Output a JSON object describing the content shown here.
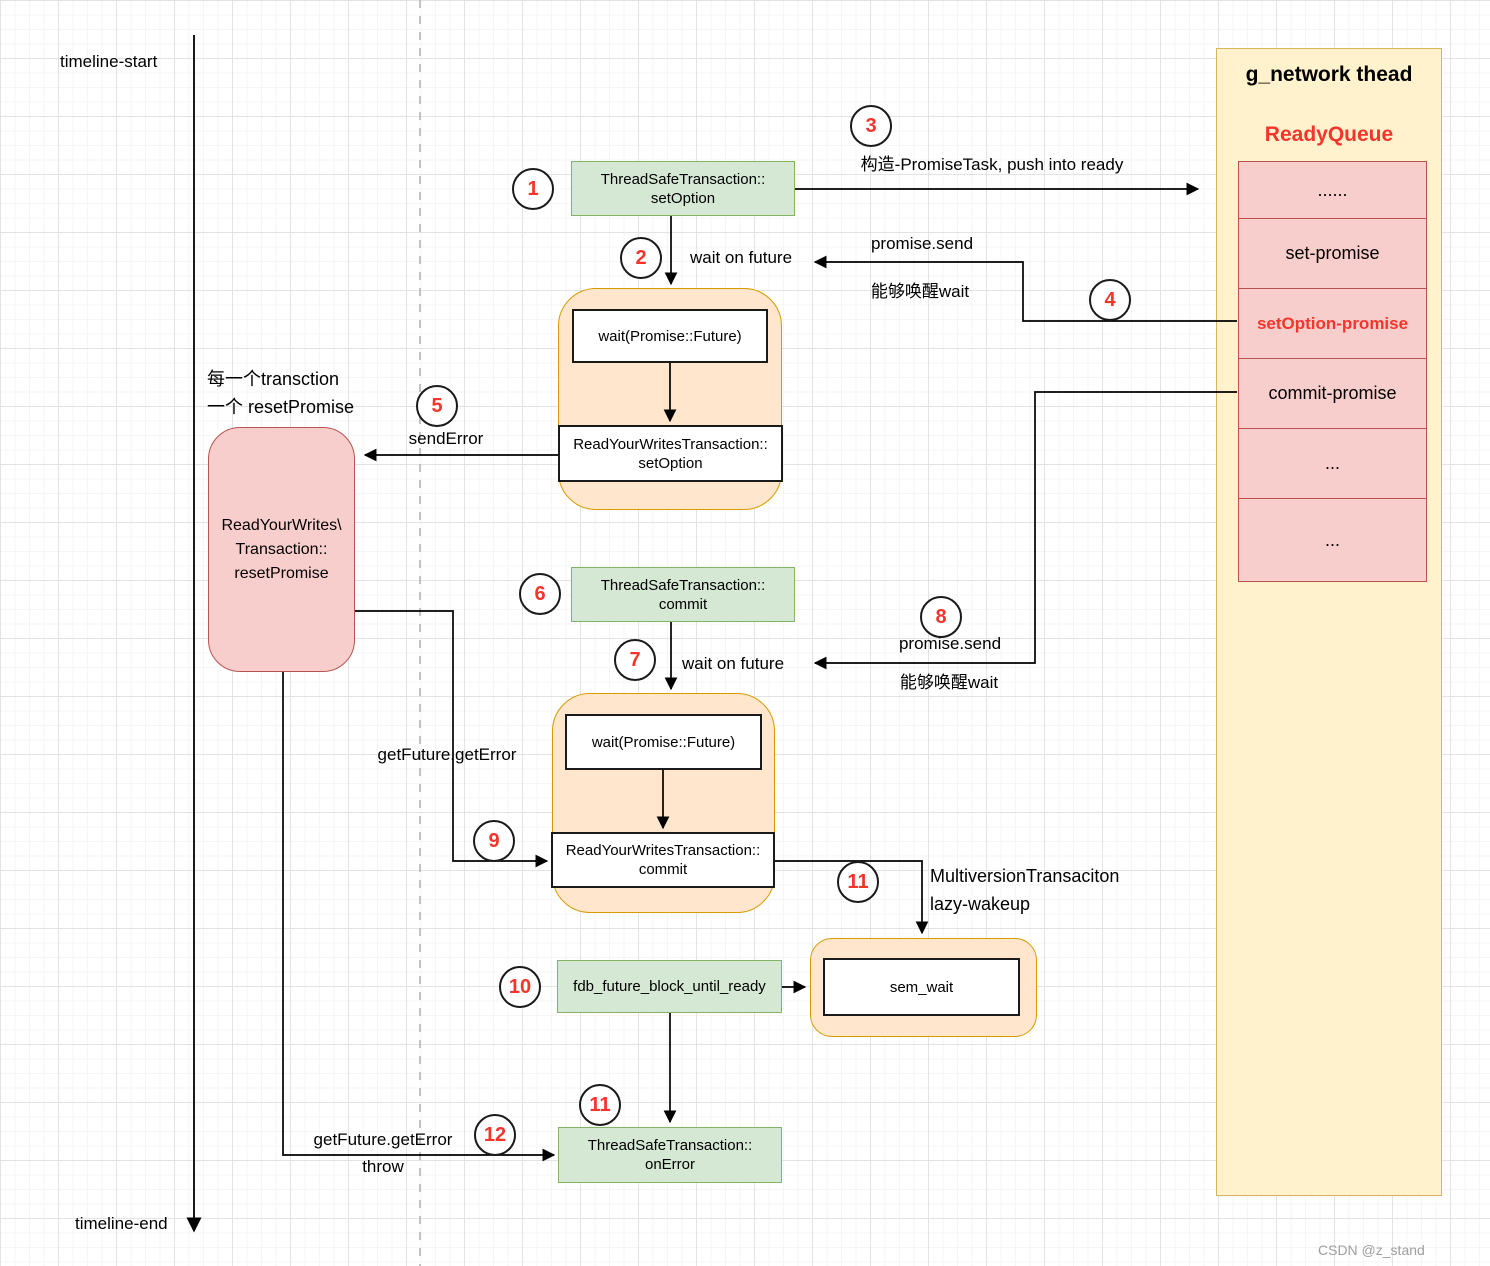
{
  "timeline": {
    "start_label": "timeline-start",
    "end_label": "timeline-end"
  },
  "watermark": "CSDN @z_stand",
  "colors": {
    "green_fill": "#d5e8d4",
    "green_stroke": "#82b366",
    "orange_fill": "#ffe6cc",
    "orange_stroke": "#d79b00",
    "yellow_fill": "#fff2cc",
    "yellow_stroke": "#d6b656",
    "pink_fill": "#f8cecc",
    "pink_stroke": "#b85450",
    "accent_red": "#f5352c",
    "grid_minor": "#f5f5f5",
    "grid_major": "#e3e3e3",
    "watermark_gray": "#9e9e9e"
  },
  "network_panel": {
    "title": "g_network thead",
    "queue_title": "ReadyQueue",
    "rows": [
      {
        "label": "......"
      },
      {
        "label": "set-promise"
      },
      {
        "label": "setOption-promise"
      },
      {
        "label": "commit-promise"
      },
      {
        "label": "..."
      },
      {
        "label": "..."
      }
    ]
  },
  "nodes": {
    "ts_setoption": "ThreadSafeTransaction::\nsetOption",
    "wait_future_1": "wait(Promise::Future)",
    "rywt_setoption": "ReadYourWritesTransaction::\nsetOption",
    "reset_promise": "ReadYourWrites\\\nTransaction::\nresetPromise",
    "ts_commit": "ThreadSafeTransaction::\ncommit",
    "wait_future_2": "wait(Promise::Future)",
    "rywt_commit": "ReadYourWritesTransaction::\ncommit",
    "fdb_block": "fdb_future_block_until_ready",
    "sem_wait": "sem_wait",
    "ts_onerror": "ThreadSafeTransaction::\nonError"
  },
  "annotations": {
    "note_transaction": "每一个transction\n一个 resetPromise",
    "push_ready": "构造-PromiseTask, push into ready",
    "wait_on_future_1": "wait on future",
    "promise_send_1": "promise.send",
    "wake_wait_1": "能够唤醒wait",
    "send_error": "sendError",
    "wait_on_future_2": "wait on future",
    "promise_send_2": "promise.send",
    "wake_wait_2": "能够唤醒wait",
    "get_future_get_error_1": "getFuture.getError",
    "multiversion": "MultiversionTransaciton\nlazy-wakeup",
    "get_future_get_error_2": "getFuture.getError",
    "throw_label": "throw"
  },
  "steps": {
    "s1": "1",
    "s2": "2",
    "s3": "3",
    "s4": "4",
    "s5": "5",
    "s6": "6",
    "s7": "7",
    "s8": "8",
    "s9": "9",
    "s10": "10",
    "s11": "11",
    "s11b": "11",
    "s12": "12"
  }
}
